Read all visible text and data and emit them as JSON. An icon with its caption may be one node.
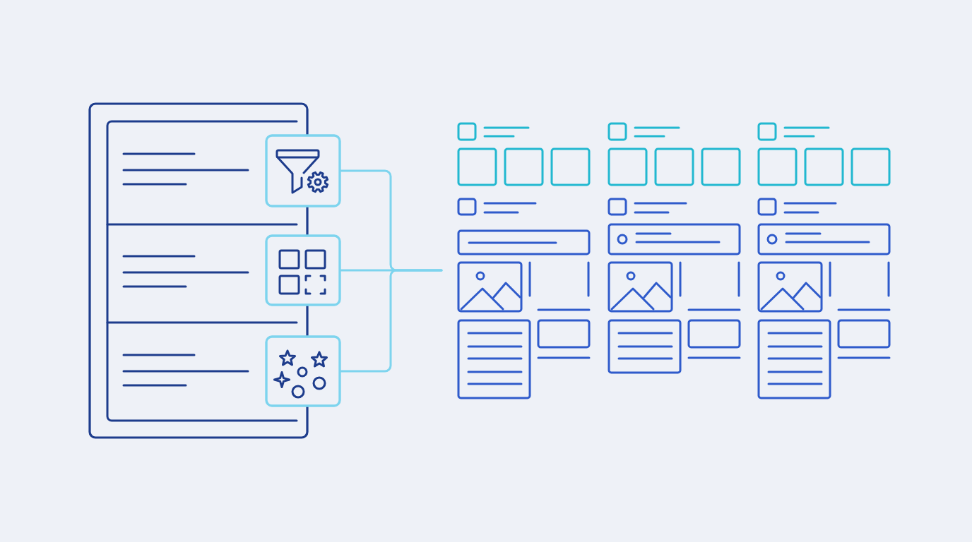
{
  "diagram": {
    "nodes": [
      {
        "text": [],
        "shape": "box"
      },
      {
        "text": [],
        "shape": "box"
      },
      {
        "text": [],
        "shape": "box"
      },
      {
        "text": [],
        "shape": "box"
      }
    ],
    "edges": [
      {
        "from": 1,
        "to": null,
        "arrow": "none"
      },
      {
        "from": 2,
        "to": null,
        "arrow": "none"
      },
      {
        "from": 3,
        "to": null,
        "arrow": "none"
      }
    ]
  }
}
